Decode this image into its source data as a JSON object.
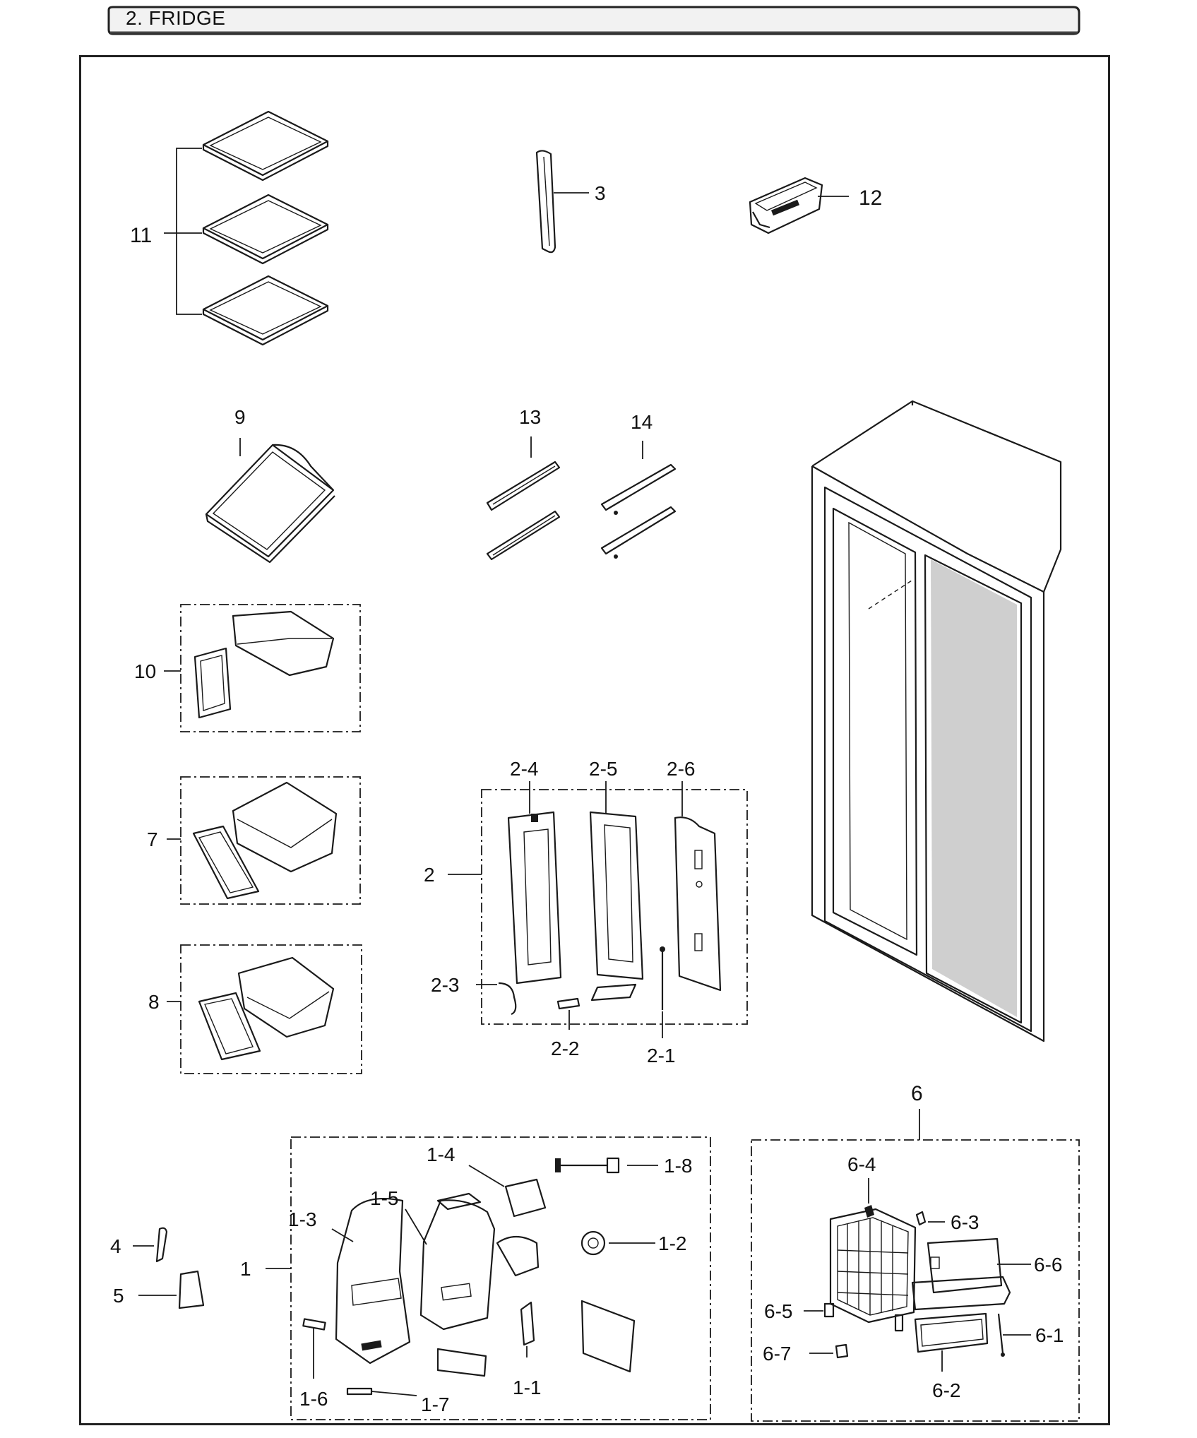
{
  "header": {
    "section_title": "2. FRIDGE"
  },
  "labels": {
    "p11": "11",
    "p3": "3",
    "p12": "12",
    "p9": "9",
    "p13": "13",
    "p14": "14",
    "p10": "10",
    "p7": "7",
    "p8": "8",
    "p2": "2",
    "p2_1": "2-1",
    "p2_2": "2-2",
    "p2_3": "2-3",
    "p2_4": "2-4",
    "p2_5": "2-5",
    "p2_6": "2-6",
    "p1": "1",
    "p1_1": "1-1",
    "p1_2": "1-2",
    "p1_3": "1-3",
    "p1_4": "1-4",
    "p1_5": "1-5",
    "p1_6": "1-6",
    "p1_7": "1-7",
    "p1_8": "1-8",
    "p4": "4",
    "p5": "5",
    "p6": "6",
    "p6_1": "6-1",
    "p6_2": "6-2",
    "p6_3": "6-3",
    "p6_4": "6-4",
    "p6_5": "6-5",
    "p6_6": "6-6",
    "p6_7": "6-7"
  }
}
